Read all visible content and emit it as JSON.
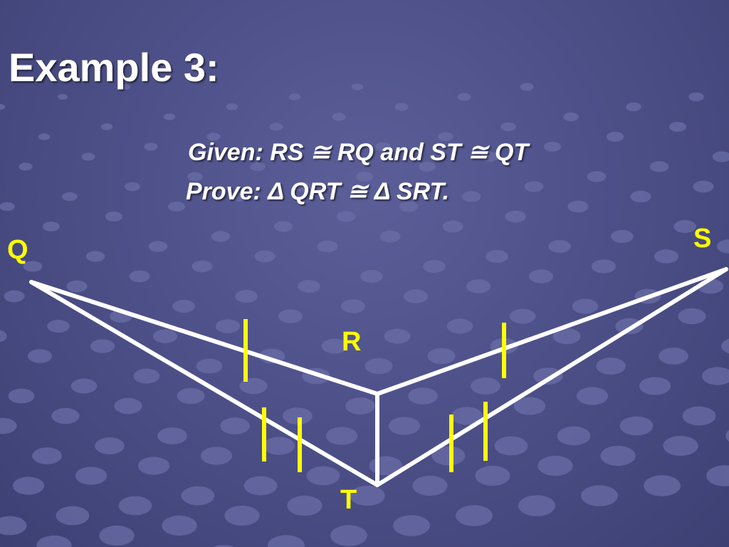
{
  "slide": {
    "title": "Example 3:",
    "given": "Given: RS ≅ RQ and ST ≅ QT",
    "prove": "Prove: Δ QRT ≅ Δ SRT."
  },
  "diagram": {
    "labels": {
      "Q": "Q",
      "R": "R",
      "S": "S",
      "T": "T"
    },
    "colors": {
      "segments": "#ffffff",
      "tick_marks": "#ffff00",
      "labels": "#ffff00",
      "background": "#4e5189"
    }
  }
}
